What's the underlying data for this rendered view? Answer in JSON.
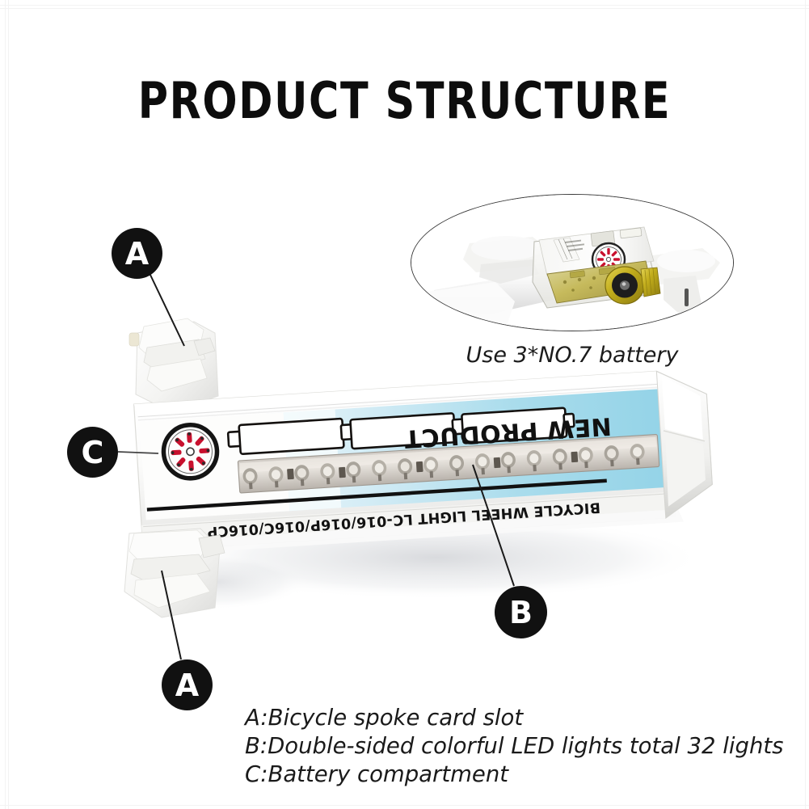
{
  "page": {
    "title": "PRODUCT STRUCTURE",
    "background": "#ffffff"
  },
  "battery_inset": {
    "caption": "Use 3*NO.7 battery",
    "shape": "ellipse",
    "border_color": "#3a3a3a",
    "battery_cap_color": "#b9a21e",
    "pcb_color": "#c9bd5a"
  },
  "product": {
    "brand_line": "BICYCLE WHEEL LIGHT LC-016/016P/016C/016CP",
    "banner_text": "NEW PRODUCT",
    "banner_color": "#a9dcec",
    "body_color": "#f7f7f5",
    "badge": {
      "name": "wheel-badge",
      "ring_color": "#1a1a1a",
      "spoke_color": "#c8102e",
      "spoke_count": 8
    },
    "battery_outline_count": 3,
    "led_count_visible": 16,
    "led_total_label": "32"
  },
  "markers": [
    {
      "id": "a-top",
      "label": "A"
    },
    {
      "id": "a-bottom",
      "label": "A"
    },
    {
      "id": "b",
      "label": "B"
    },
    {
      "id": "c",
      "label": "C"
    }
  ],
  "legend": {
    "lines": [
      "A:Bicycle spoke card slot",
      "B:Double-sided colorful LED lights total 32 lights",
      "C:Battery compartment"
    ]
  },
  "colors": {
    "marker_fill": "#111111",
    "marker_text": "#ffffff",
    "text": "#1a1a1a",
    "frame": "#f3f3f3"
  }
}
